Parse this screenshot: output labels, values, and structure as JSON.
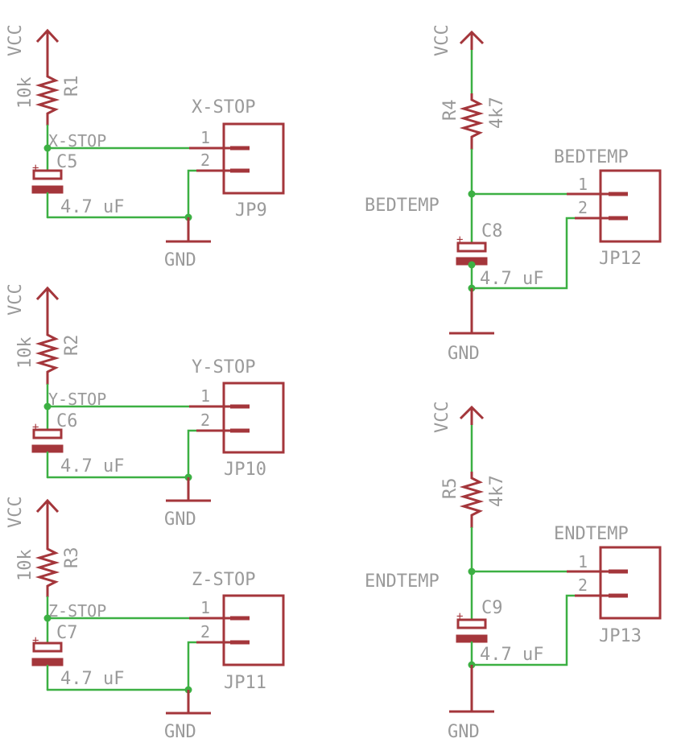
{
  "power": {
    "vcc": "VCC",
    "gnd": "GND"
  },
  "left_circuits": [
    {
      "net": "X-STOP",
      "resistor": {
        "ref": "R1",
        "value": "10k"
      },
      "capacitor": {
        "ref": "C5",
        "value": "4.7 uF"
      },
      "connector": {
        "ref": "JP9",
        "title": "X-STOP",
        "pins": [
          "1",
          "2"
        ]
      }
    },
    {
      "net": "Y-STOP",
      "resistor": {
        "ref": "R2",
        "value": "10k"
      },
      "capacitor": {
        "ref": "C6",
        "value": "4.7 uF"
      },
      "connector": {
        "ref": "JP10",
        "title": "Y-STOP",
        "pins": [
          "1",
          "2"
        ]
      }
    },
    {
      "net": "Z-STOP",
      "resistor": {
        "ref": "R3",
        "value": "10k"
      },
      "capacitor": {
        "ref": "C7",
        "value": "4.7 uF"
      },
      "connector": {
        "ref": "JP11",
        "title": "Z-STOP",
        "pins": [
          "1",
          "2"
        ]
      }
    }
  ],
  "right_circuits": [
    {
      "net": "BEDTEMP",
      "resistor": {
        "ref": "R4",
        "value": "4k7"
      },
      "capacitor": {
        "ref": "C8",
        "value": "4.7 uF"
      },
      "connector": {
        "ref": "JP12",
        "title": "BEDTEMP",
        "pins": [
          "1",
          "2"
        ]
      }
    },
    {
      "net": "ENDTEMP",
      "resistor": {
        "ref": "R5",
        "value": "4k7"
      },
      "capacitor": {
        "ref": "C9",
        "value": "4.7 uF"
      },
      "connector": {
        "ref": "JP13",
        "title": "ENDTEMP",
        "pins": [
          "1",
          "2"
        ]
      }
    }
  ],
  "colors": {
    "wire": "#3cb043",
    "part": "#a4363b",
    "label": "#9a9a9a"
  }
}
